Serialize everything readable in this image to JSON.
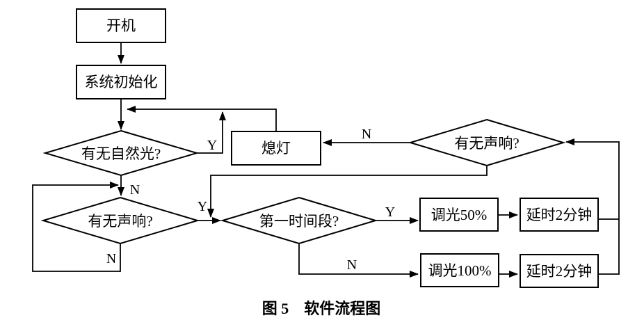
{
  "figure": {
    "caption": "图 5　软件流程图"
  },
  "flowchart": {
    "nodes": {
      "power_on": {
        "label": "开机",
        "type": "process"
      },
      "system_init": {
        "label": "系统初始化",
        "type": "process"
      },
      "natural_light": {
        "label": "有无自然光?",
        "type": "decision"
      },
      "lights_off": {
        "label": "熄灯",
        "type": "process"
      },
      "sound_check_upper": {
        "label": "有无声响?",
        "type": "decision"
      },
      "sound_check_lower": {
        "label": "有无声响?",
        "type": "decision"
      },
      "first_time_period": {
        "label": "第一时间段?",
        "type": "decision"
      },
      "dim_50": {
        "label": "调光50%",
        "type": "process"
      },
      "delay_2min_upper": {
        "label": "延时2分钟",
        "type": "process"
      },
      "dim_100": {
        "label": "调光100%",
        "type": "process"
      },
      "delay_2min_lower": {
        "label": "延时2分钟",
        "type": "process"
      }
    },
    "branch_labels": {
      "natural_light_yes": "Y",
      "natural_light_no": "N",
      "sound_lower_yes": "Y",
      "sound_lower_no": "N",
      "sound_upper_no": "N",
      "first_period_yes": "Y",
      "first_period_no": "N"
    }
  },
  "colors": {
    "ink": "#000000",
    "background": "#ffffff"
  }
}
